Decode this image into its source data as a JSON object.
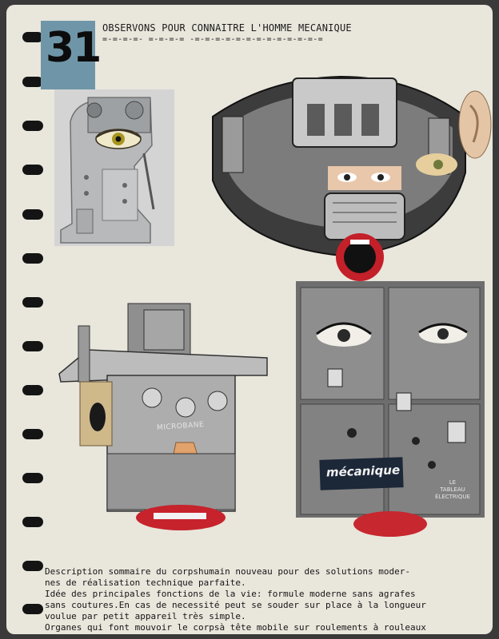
{
  "page": {
    "number": "31",
    "title": "OBSERVONS POUR CONNAITRE L'HOMME MECANIQUE",
    "title_underline": "=-=-=-=- =-=-=-= -=-=-=-=-=-=-=-=-=-=-=-=-=",
    "caption_mecanique": "mécanique",
    "caption_tableau": [
      "LE",
      "TABLEAU",
      "ÉLECTRIQUE"
    ],
    "machine_brand": "MICROBANE",
    "description": [
      "Description sommaire du corpshumain nouveau pour des solutions moder-",
      "nes de réalisation technique parfaite.",
      "Idée des principales fonctions de la vie: formule moderne sans agrafes",
      "sans coutures.En cas de necessité peut se souder sur place à la longueur",
      "voulue par petit appareil très simple.",
      "Organes qui font mouvoir le corpsà tête mobile sur roulements à rouleaux"
    ]
  }
}
